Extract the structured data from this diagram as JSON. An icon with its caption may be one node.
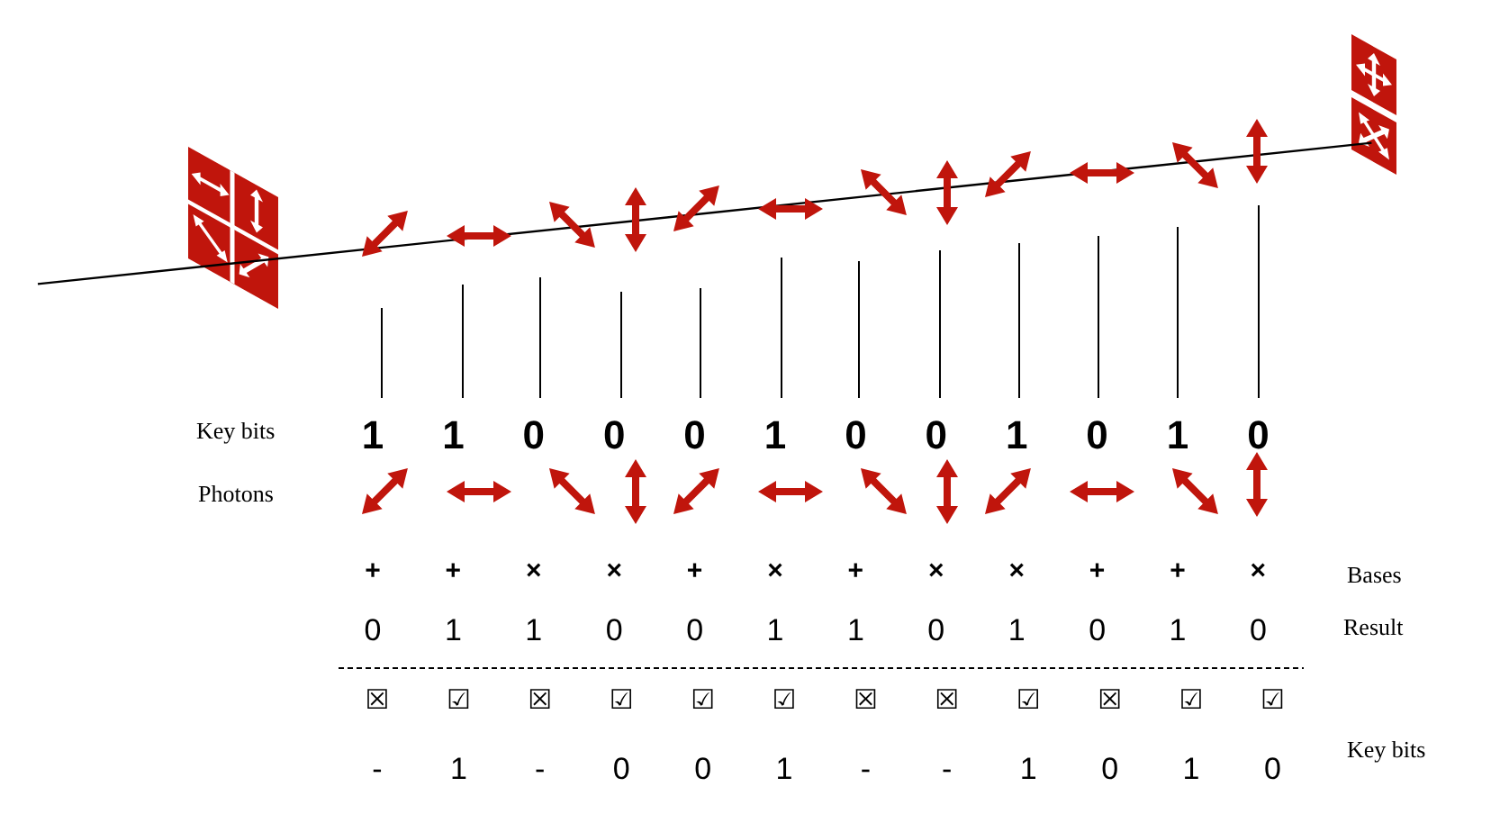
{
  "diagram": {
    "labels": [
      "Key bits",
      "1",
      "1",
      "0",
      "0",
      "0",
      "1",
      "0",
      "0",
      "1",
      "0",
      "1",
      "0",
      "Photons",
      "+",
      "+",
      "×",
      "×",
      "+",
      "×",
      "+",
      "×",
      "×",
      "+",
      "+",
      "×",
      "Bases",
      "0",
      "1",
      "1",
      "0",
      "0",
      "1",
      "1",
      "0",
      "1",
      "0",
      "1",
      "0",
      "Result",
      "☒",
      "☑",
      "☒",
      "☑",
      "☑",
      "☑",
      "☒",
      "☒",
      "☑",
      "☒",
      "☑",
      "☑",
      "-",
      "1",
      "-",
      "0",
      "0",
      "1",
      "-",
      "-",
      "1",
      "0",
      "1",
      "0",
      "Key bits"
    ]
  }
}
